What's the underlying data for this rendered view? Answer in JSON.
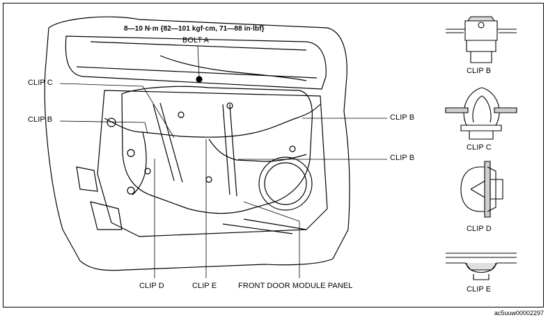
{
  "torque_spec": "8—10 N·m {82—101 kgf·cm, 71—88 in·lbf}",
  "labels": {
    "bolt_a": "BOLT A",
    "clip_c_left": "CLIP C",
    "clip_b_left": "CLIP B",
    "clip_b_right_top": "CLIP B",
    "clip_b_right_bottom": "CLIP B",
    "clip_d_bottom": "CLIP D",
    "clip_e_bottom": "CLIP E",
    "module_panel": "FRONT DOOR MODULE PANEL"
  },
  "details": {
    "clip_b": "CLIP B",
    "clip_c": "CLIP C",
    "clip_d": "CLIP D",
    "clip_e": "CLIP E"
  },
  "reference_code": "ac5uuw00002297"
}
